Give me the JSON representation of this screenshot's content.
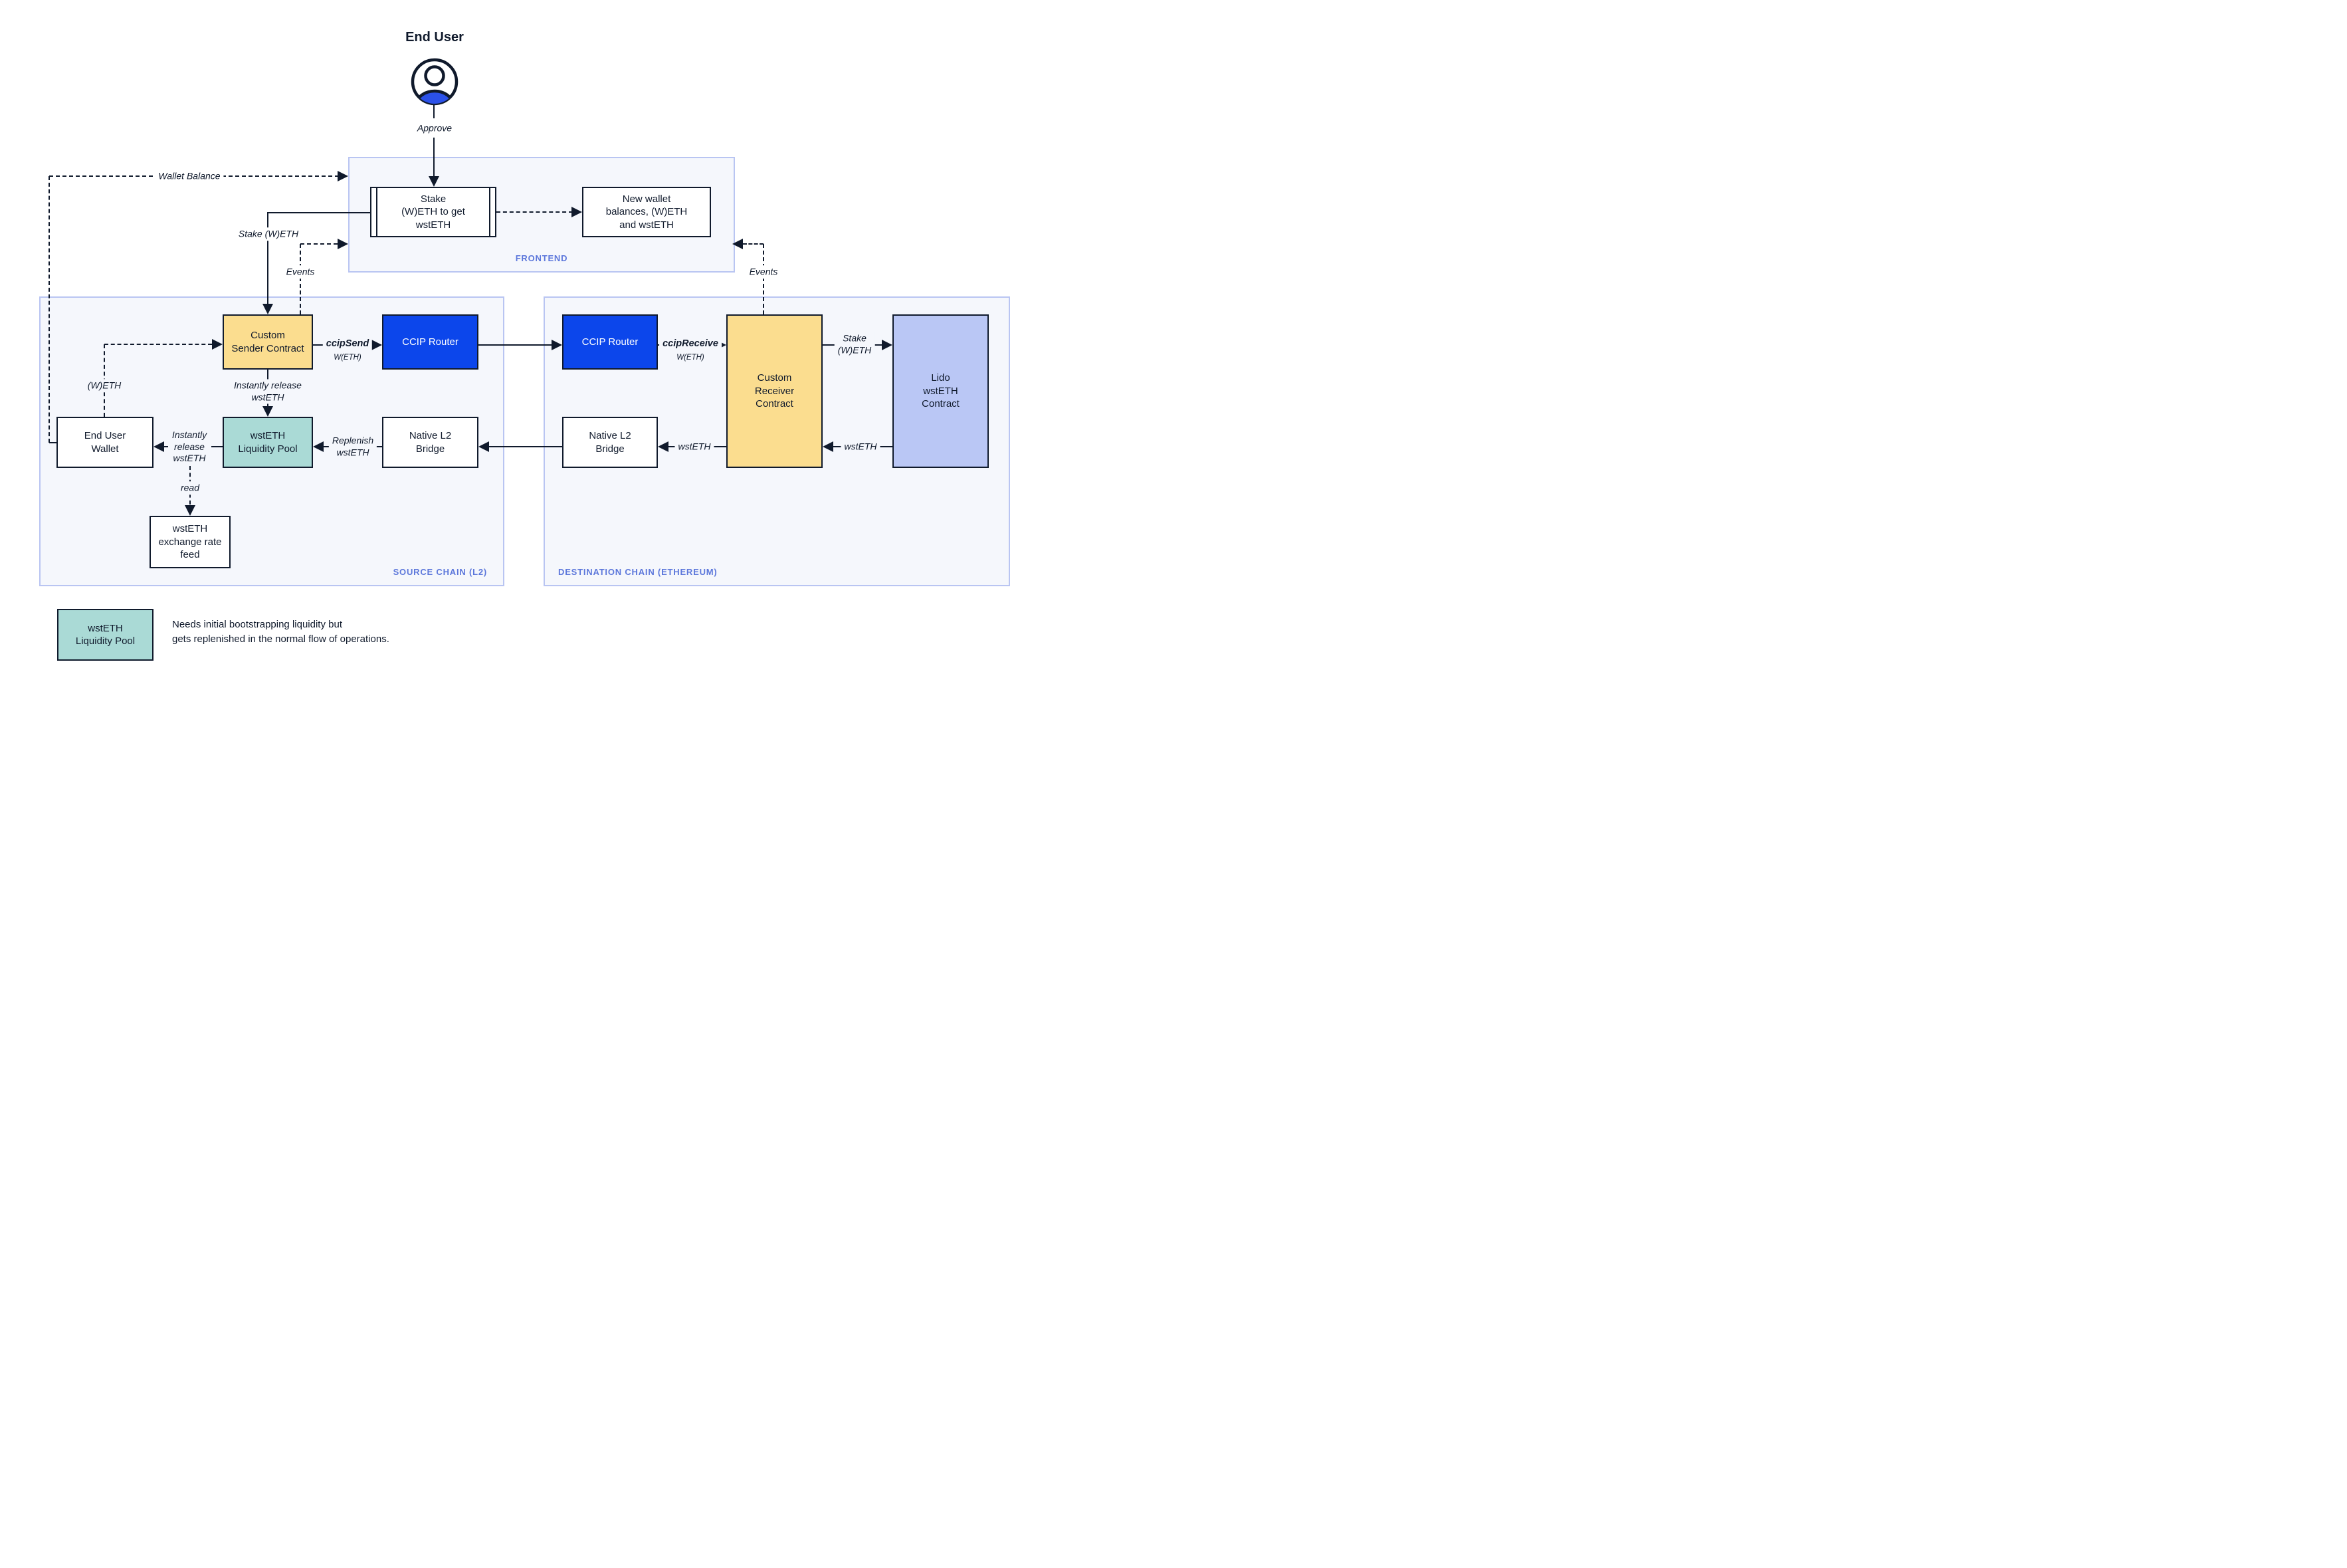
{
  "title": "End User",
  "colors": {
    "ink": "#101A2C",
    "panel": "#F5F7FC",
    "panel-border": "#B9C5F2",
    "label-blue": "#5C77DB",
    "yellow": "#FBDD8F",
    "blue": "#0C46EB",
    "lavender": "#BAC7F5",
    "teal": "#AADAD6",
    "icon-blue": "#2B51E9",
    "white": "#FFFFFF"
  },
  "containers": {
    "frontend": {
      "label": "FRONTEND"
    },
    "source": {
      "label": "SOURCE CHAIN (L2)"
    },
    "destination": {
      "label": "DESTINATION CHAIN (ETHEREUM)"
    }
  },
  "nodes": {
    "stake_box": {
      "label": "Stake\n(W)ETH to get\nwstETH"
    },
    "new_wallet": {
      "label": "New wallet\nbalances, (W)ETH\nand wstETH"
    },
    "custom_sender": {
      "label": "Custom\nSender Contract"
    },
    "ccip_router": {
      "label": "CCIP Router"
    },
    "custom_receiver": {
      "label": "Custom\nReceiver\nContract"
    },
    "lido": {
      "label": "Lido\nwstETH\nContract"
    },
    "end_user_wallet": {
      "label": "End User\nWallet"
    },
    "liquidity_pool": {
      "label": "wstETH\nLiquidity Pool"
    },
    "native_bridge": {
      "label": "Native L2\nBridge"
    },
    "rate_feed": {
      "label": "wstETH\nexchange rate\nfeed"
    }
  },
  "edges": {
    "approve": "Approve",
    "wallet_balance": "Wallet Balance",
    "stake_weth": "Stake (W)ETH",
    "events_left": "Events",
    "events_right": "Events",
    "weth": "(W)ETH",
    "ccip_send": {
      "label": "ccipSend",
      "sub": "W(ETH)"
    },
    "ccip_receive": {
      "label": "ccipReceive",
      "sub": "W(ETH)"
    },
    "stake_weth_right": "Stake\n(W)ETH",
    "wsteth_from_lido": "wstETH",
    "wsteth_to_bridge": "wstETH",
    "replenish": "Replenish\nwstETH",
    "instantly_release_h": "Instantly\nrelease\nwstETH",
    "instantly_release_v": "Instantly release\nwstETH",
    "read": "read"
  },
  "legend": {
    "box_label": "wstETH\nLiquidity Pool",
    "note": "Needs initial bootstrapping liquidity but\ngets replenished in the normal flow of operations."
  }
}
